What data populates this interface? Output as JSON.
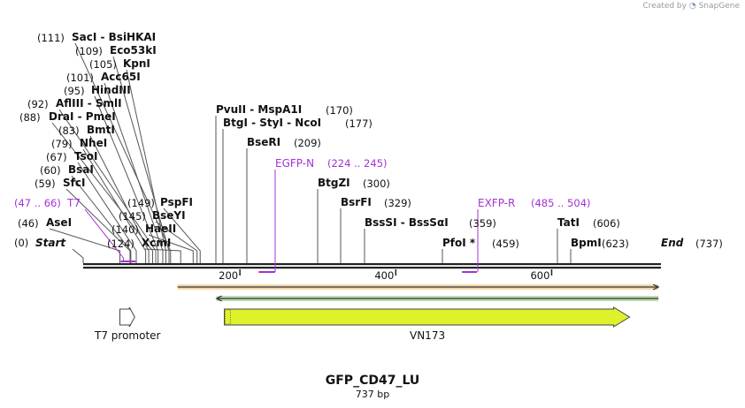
{
  "credit": {
    "prefix": "Created by",
    "brand": "SnapGene"
  },
  "sequence": {
    "name": "GFP_CD47_LU",
    "length_label": "737 bp",
    "length_bp": 737
  },
  "ends": {
    "start": {
      "pos": "(0)",
      "label": "Start"
    },
    "end": {
      "label": "End",
      "pos": "(737)"
    }
  },
  "enzymes": [
    {
      "pos": "(111)",
      "name": "SacI - BsiHKAI",
      "bp": 111
    },
    {
      "pos": "(109)",
      "name": "Eco53kI",
      "bp": 109
    },
    {
      "pos": "(105)",
      "name": "KpnI",
      "bp": 105
    },
    {
      "pos": "(101)",
      "name": "Acc65I",
      "bp": 101
    },
    {
      "pos": "(95)",
      "name": "HindIII",
      "bp": 95
    },
    {
      "pos": "(92)",
      "name": "AflIII - SmlI",
      "bp": 92
    },
    {
      "pos": "(88)",
      "name": "DraI - PmeI",
      "bp": 88
    },
    {
      "pos": "(83)",
      "name": "BmtI",
      "bp": 83
    },
    {
      "pos": "(79)",
      "name": "NheI",
      "bp": 79
    },
    {
      "pos": "(67)",
      "name": "TsoI",
      "bp": 67
    },
    {
      "pos": "(60)",
      "name": "BsaI",
      "bp": 60
    },
    {
      "pos": "(59)",
      "name": "SfcI",
      "bp": 59
    },
    {
      "pos": "(46)",
      "name": "AseI",
      "bp": 46
    },
    {
      "pos": "(149)",
      "name": "PspFI",
      "bp": 149
    },
    {
      "pos": "(145)",
      "name": "BseYI",
      "bp": 145
    },
    {
      "pos": "(140)",
      "name": "HaeII",
      "bp": 140
    },
    {
      "pos": "(124)",
      "name": "XcmI",
      "bp": 124
    },
    {
      "pos": "(170)",
      "name": "PvuII - MspA1I",
      "bp": 170
    },
    {
      "pos": "(177)",
      "name": "BtgI - StyI - NcoI",
      "bp": 177
    },
    {
      "pos": "(209)",
      "name": "BseRI",
      "bp": 209
    },
    {
      "pos": "(300)",
      "name": "BtgZI",
      "bp": 300
    },
    {
      "pos": "(329)",
      "name": "BsrFI",
      "bp": 329
    },
    {
      "pos": "(359)",
      "name": "BssSI - BssSαI",
      "bp": 359
    },
    {
      "pos": "(459)",
      "name": "PfoI *",
      "bp": 459
    },
    {
      "pos": "(606)",
      "name": "TatI",
      "bp": 606
    },
    {
      "pos": "(623)",
      "name": "BpmI",
      "bp": 623
    }
  ],
  "primers": [
    {
      "name": "T7",
      "range": "(47 .. 66)",
      "from": 47,
      "to": 66,
      "color": "#a531d6"
    },
    {
      "name": "EGFP-N",
      "range": "(224 .. 245)",
      "from": 224,
      "to": 245,
      "color": "#a531d6"
    },
    {
      "name": "EXFP-R",
      "range": "(485 .. 504)",
      "from": 485,
      "to": 504,
      "color": "#a531d6"
    }
  ],
  "ruler": {
    "ticks": [
      {
        "label": "200",
        "bp": 200
      },
      {
        "label": "400",
        "bp": 400
      },
      {
        "label": "600",
        "bp": 600
      }
    ]
  },
  "orfs": [
    {
      "direction": "forward",
      "from": 120,
      "to": 737,
      "color": "#e8a44a"
    },
    {
      "direction": "reverse",
      "from": 170,
      "to": 737,
      "color": "#6ab04c"
    }
  ],
  "features": [
    {
      "name": "T7 promoter",
      "from": 46,
      "to": 65,
      "color": "#ffffff"
    },
    {
      "name": "VN173",
      "from": 180,
      "to": 700,
      "color": "#ddf22a"
    }
  ]
}
